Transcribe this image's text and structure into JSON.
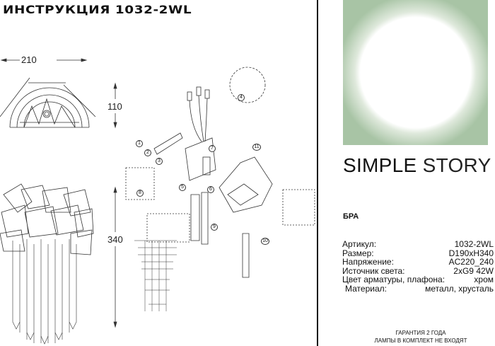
{
  "title": "ИНСТРУКЦИЯ 1032-2WL",
  "dimensions": {
    "width": "210",
    "depth": "110",
    "height": "340"
  },
  "steps": [
    "1",
    "2",
    "3",
    "4",
    "5",
    "6",
    "7",
    "8",
    "9",
    "10",
    "11"
  ],
  "brand": {
    "name_bold": "SIMPLE",
    "name_light": "STORY",
    "accent": "#a8c4a5"
  },
  "product_type": "БРА",
  "specs": [
    {
      "label": "Артикул:",
      "value": "1032-2WL"
    },
    {
      "label": "Размер:",
      "value": "D190xH340"
    },
    {
      "label": "Напряжение:",
      "value": "AC220_240"
    },
    {
      "label": "Источник света:",
      "value": "2xG9 42W"
    },
    {
      "label": "Цвет арматуры, плафона:",
      "value": "хром"
    },
    {
      "label": "Материал:",
      "value": "металл, хрусталь"
    }
  ],
  "footer": {
    "line1": "ГАРАНТИЯ 2 ГОДА",
    "line2": "ЛАМПЫ В КОМПЛЕКТ НЕ ВХОДЯТ"
  }
}
